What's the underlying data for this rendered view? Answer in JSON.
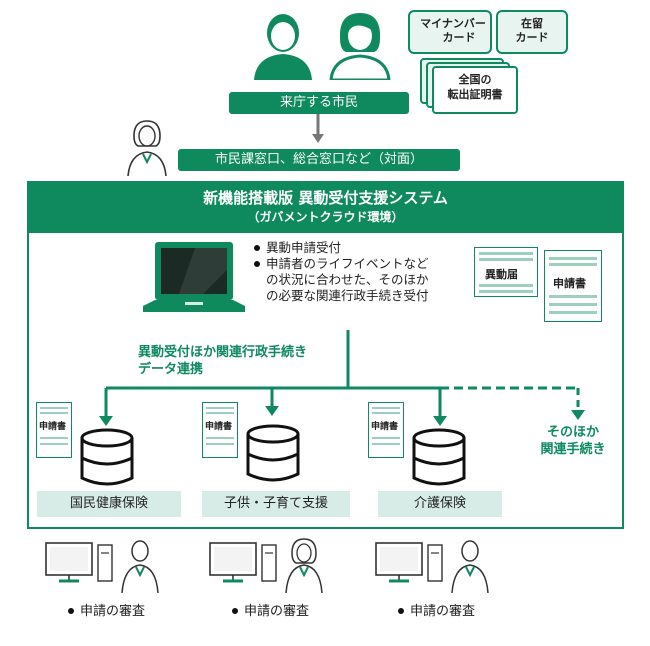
{
  "citizen_label": "来庁する市民",
  "counter_label": "市民課窓口、総合窓口など（対面）",
  "cards": {
    "my_number": [
      "マイナンバー",
      "カード"
    ],
    "residence": [
      "在留",
      "カード"
    ],
    "transfer": [
      "全国の",
      "転出証明書"
    ]
  },
  "system": {
    "title": "新機能搭載版 異動受付支援システム",
    "subtitle": "（ガバメントクラウド環境）"
  },
  "features": [
    "異動申請受付",
    "申請者のライフイベントなど",
    "の状況に合わせた、そのほか",
    "の必要な関連行政手続き受付"
  ],
  "forms": {
    "idou": "異動届",
    "shinsei": "申請書"
  },
  "data_link": [
    "異動受付ほか関連行政手続き",
    "データ連携"
  ],
  "services": [
    "国民健康保険",
    "子供・子育て支援",
    "介護保険"
  ],
  "other_procedures": [
    "そのほか",
    "関連手続き"
  ],
  "db_doc_label": "申請書",
  "review_label": "申請の審査",
  "colors": {
    "green": "#0f8a5f",
    "light_green": "#d7ece6",
    "card_green": "#e8f4ef",
    "card_border": "#0f8a5f"
  }
}
